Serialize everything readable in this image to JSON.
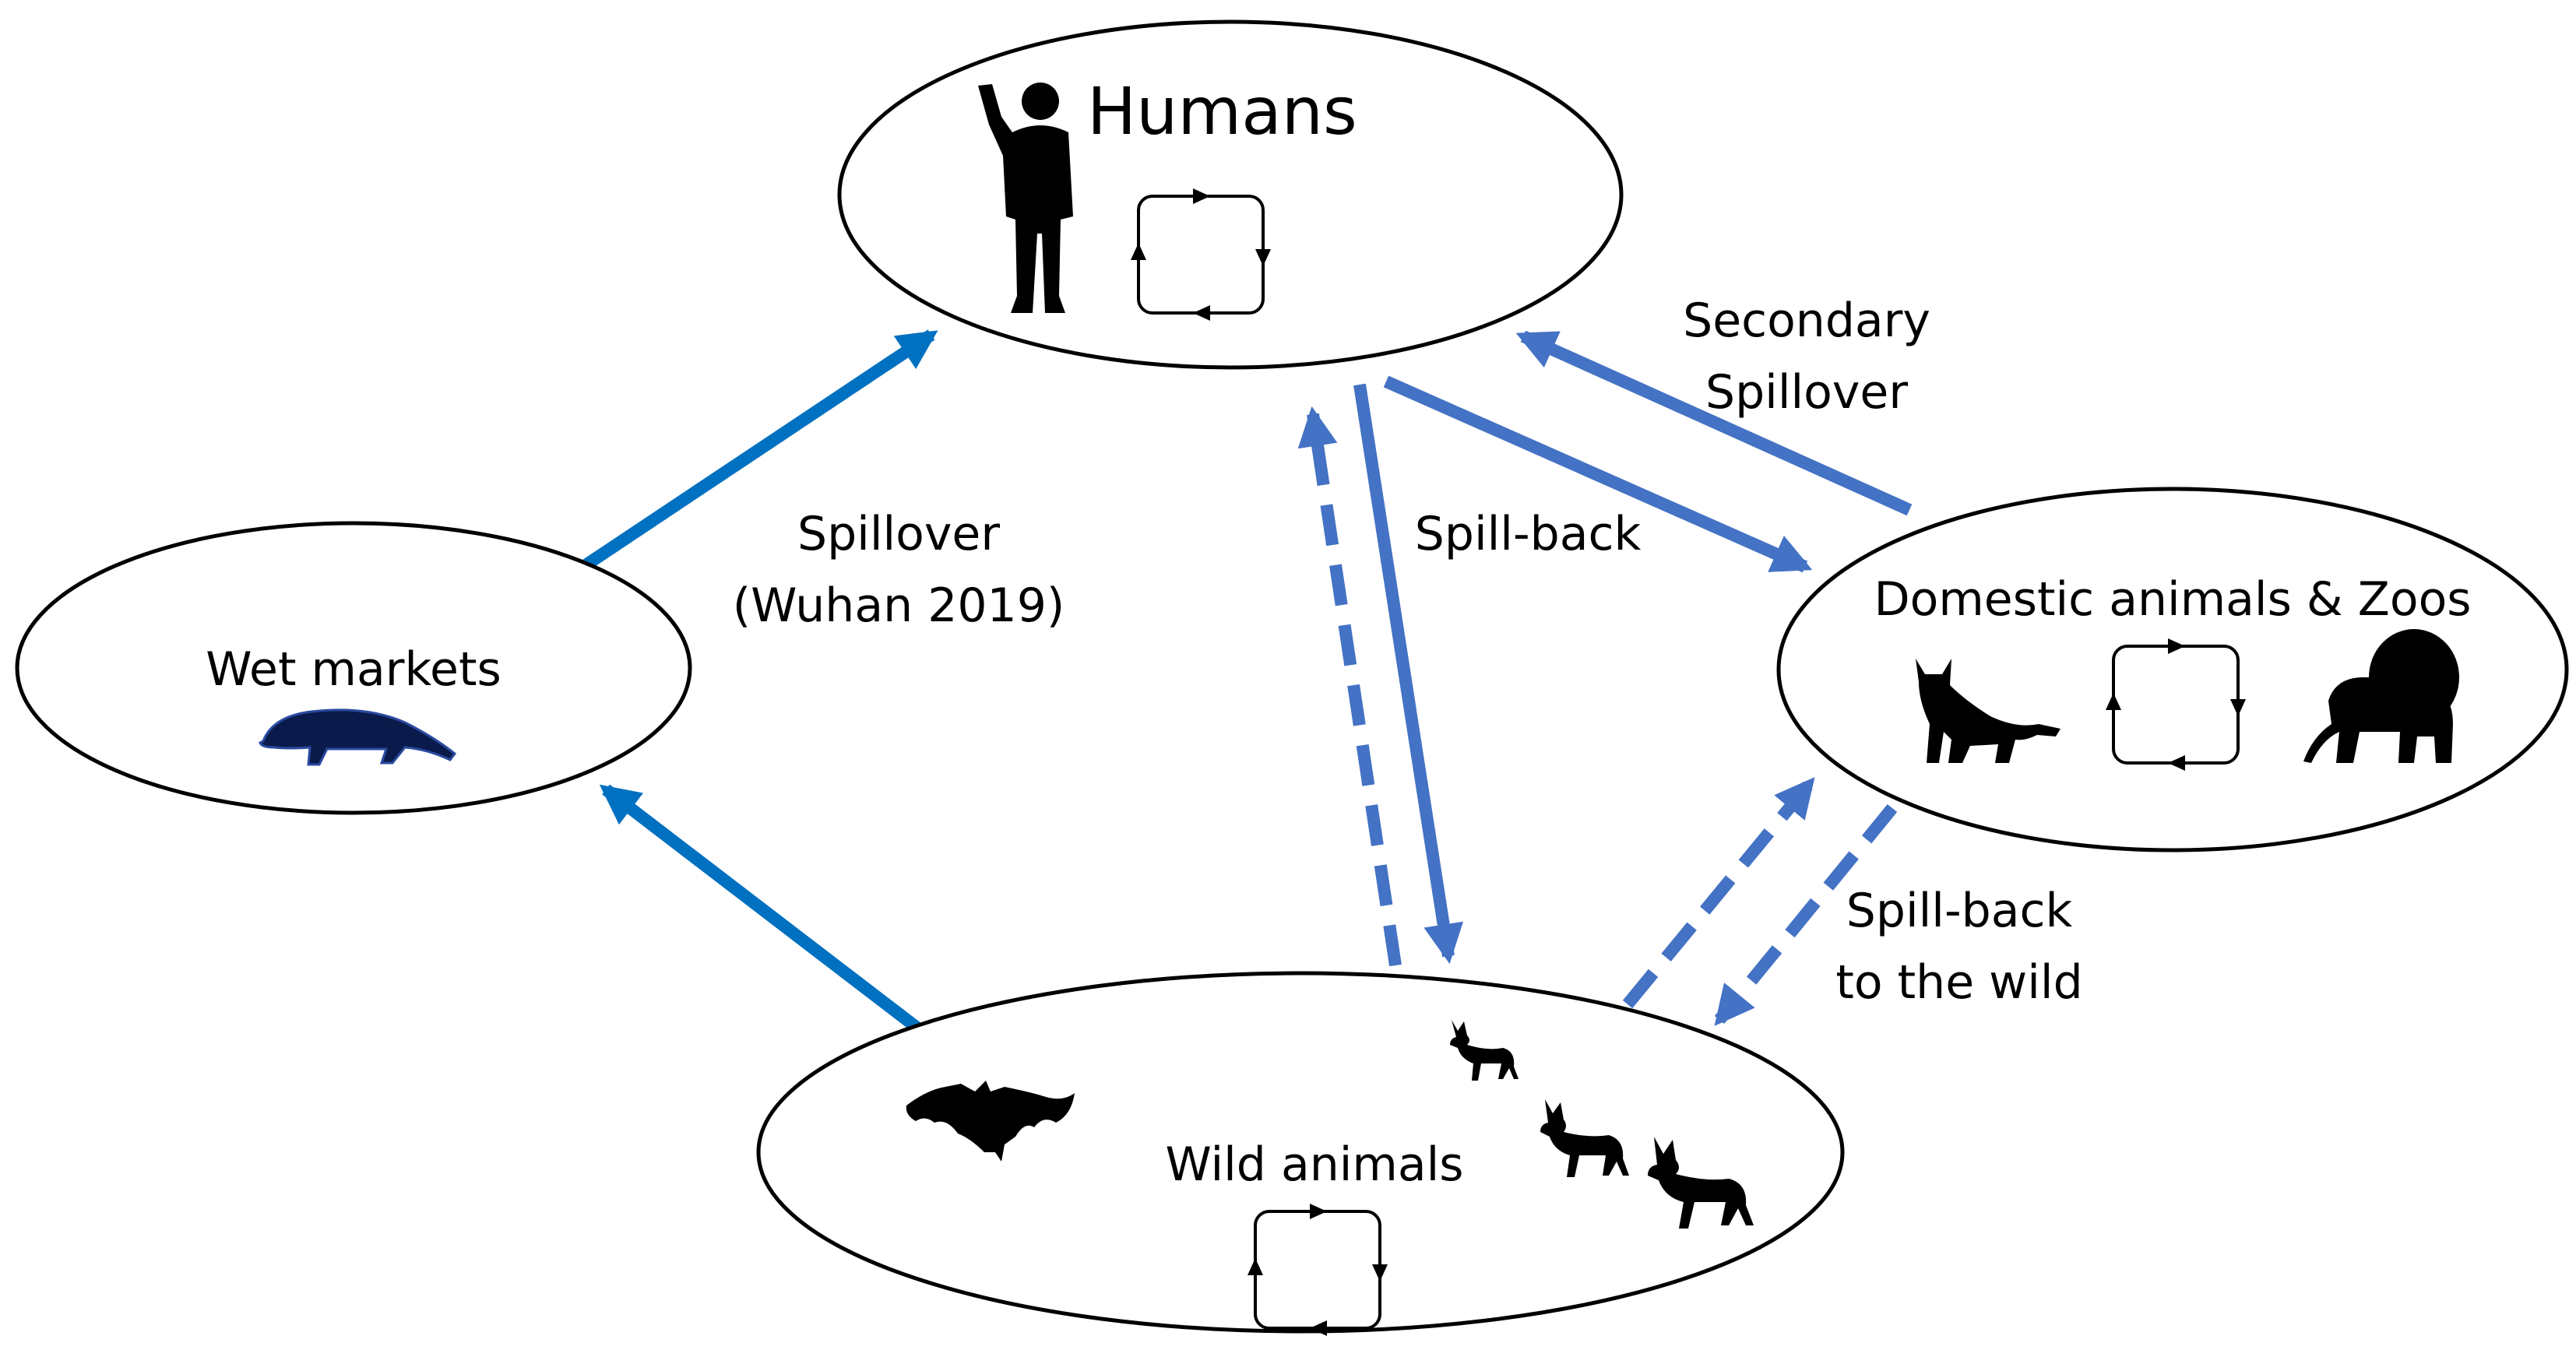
{
  "nodes": {
    "humans": {
      "label": "Humans"
    },
    "wet_markets": {
      "label": "Wet markets"
    },
    "domestic": {
      "label": "Domestic animals & Zoos"
    },
    "wild": {
      "label": "Wild animals"
    }
  },
  "edges": {
    "spillover": {
      "line1": "Spillover",
      "line2": "(Wuhan 2019)"
    },
    "secondary_spillover": {
      "line1": "Secondary",
      "line2": "Spillover"
    },
    "spill_back": {
      "label": "Spill-back"
    },
    "spill_back_wild": {
      "line1": "Spill-back",
      "line2": "to the wild"
    }
  },
  "icons": {
    "humans": [
      "human-silhouette-icon",
      "transmission-loop-icon"
    ],
    "wet_markets": [
      "civet-icon"
    ],
    "domestic": [
      "cat-icon",
      "transmission-loop-icon",
      "lion-icon"
    ],
    "wild": [
      "bat-icon",
      "deer-icon",
      "transmission-loop-icon"
    ]
  },
  "colors": {
    "arrow_primary": "#0070c0",
    "arrow_secondary": "#4472c4",
    "outline": "#000000"
  }
}
